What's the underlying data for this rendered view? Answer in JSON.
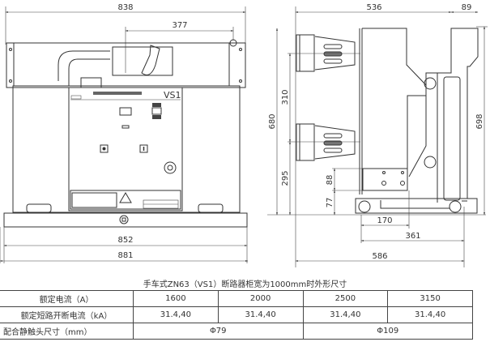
{
  "front_view": {
    "panel_label": "VS1",
    "dims": {
      "width_top": "838",
      "handle_offset": "377",
      "base_width": "852",
      "overall_width": "881"
    }
  },
  "side_view": {
    "dims": {
      "depth": "536",
      "rear": "89",
      "height": "680",
      "bushing_spacing": "310",
      "lower_bushing_height": "295",
      "h88": "88",
      "h77": "77",
      "wheel_170": "170",
      "wheel_361": "361",
      "overall_depth": "586",
      "overall_height": "698"
    }
  },
  "table": {
    "caption": "手车式ZN63（VS1）断路器柜宽为1000mm时外形尺寸",
    "rows": [
      {
        "label": "额定电流（A）",
        "cells": [
          "1600",
          "2000",
          "2500",
          "3150"
        ]
      },
      {
        "label": "额定短路开断电流（kA）",
        "cells": [
          "31.4,40",
          "31.4,40",
          "31.4,40",
          "31.4,40"
        ]
      },
      {
        "label": "配合静触头尺寸（mm）",
        "cells": [
          "Φ79",
          "Φ109"
        ]
      }
    ]
  }
}
